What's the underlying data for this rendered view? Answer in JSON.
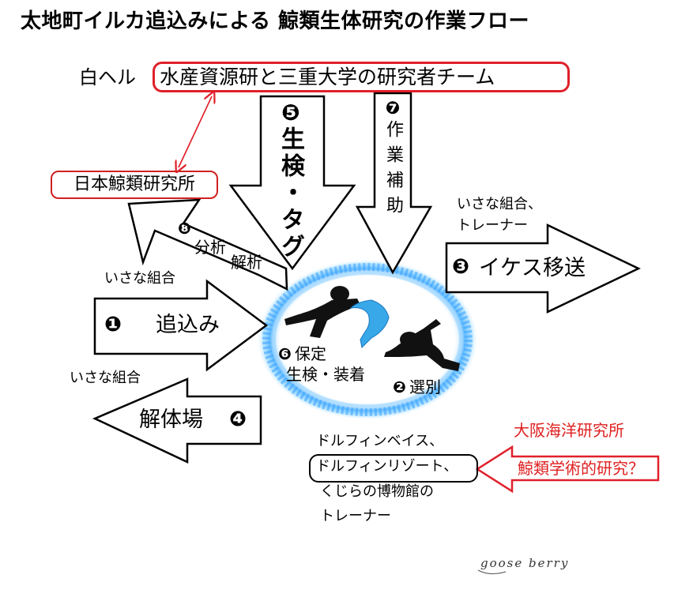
{
  "title": "太地町イルカ追込みによる 鯨類生体研究の作業フロー",
  "white_hel": "白ヘル",
  "research_team": "水産資源研と三重大学の研究者チーム",
  "jikr": "日本鯨類研究所",
  "step5_num": "❺",
  "step5_label": "生検・タグ",
  "step7_num": "❼",
  "step7_label": "作業補助",
  "step8_num": "❽",
  "step8_line1": "分析",
  "step8_line2": "解析",
  "isana_top_right": "いさな組合、",
  "trainer_top_right": "トレーナー",
  "step3_num": "❸",
  "step3_label": "イケス移送",
  "isana_left1": "いさな組合",
  "step1_num": "❶",
  "step1_label": "追込み",
  "step6_num": "❻",
  "step6_label": "保定",
  "step6_sub": "生検・装着",
  "step2_num": "❷",
  "step2_label": "選別",
  "isana_left2": "いさな組合",
  "step4_label": "解体場",
  "step4_num": "❹",
  "osaka": "大阪海洋研究所",
  "osaka_research": "鯨類学術的研究？",
  "dolphin_base": "ドルフィンベイス、",
  "dolphin_resort": "ドルフィンリゾート、",
  "whale_museum": "くじらの博物館の",
  "trainer_bottom": "トレーナー",
  "signature": "goose berry",
  "colors": {
    "red": "#e0202a",
    "blue_glow": "#3aa0ff",
    "dolphin": "#38a8e8"
  }
}
